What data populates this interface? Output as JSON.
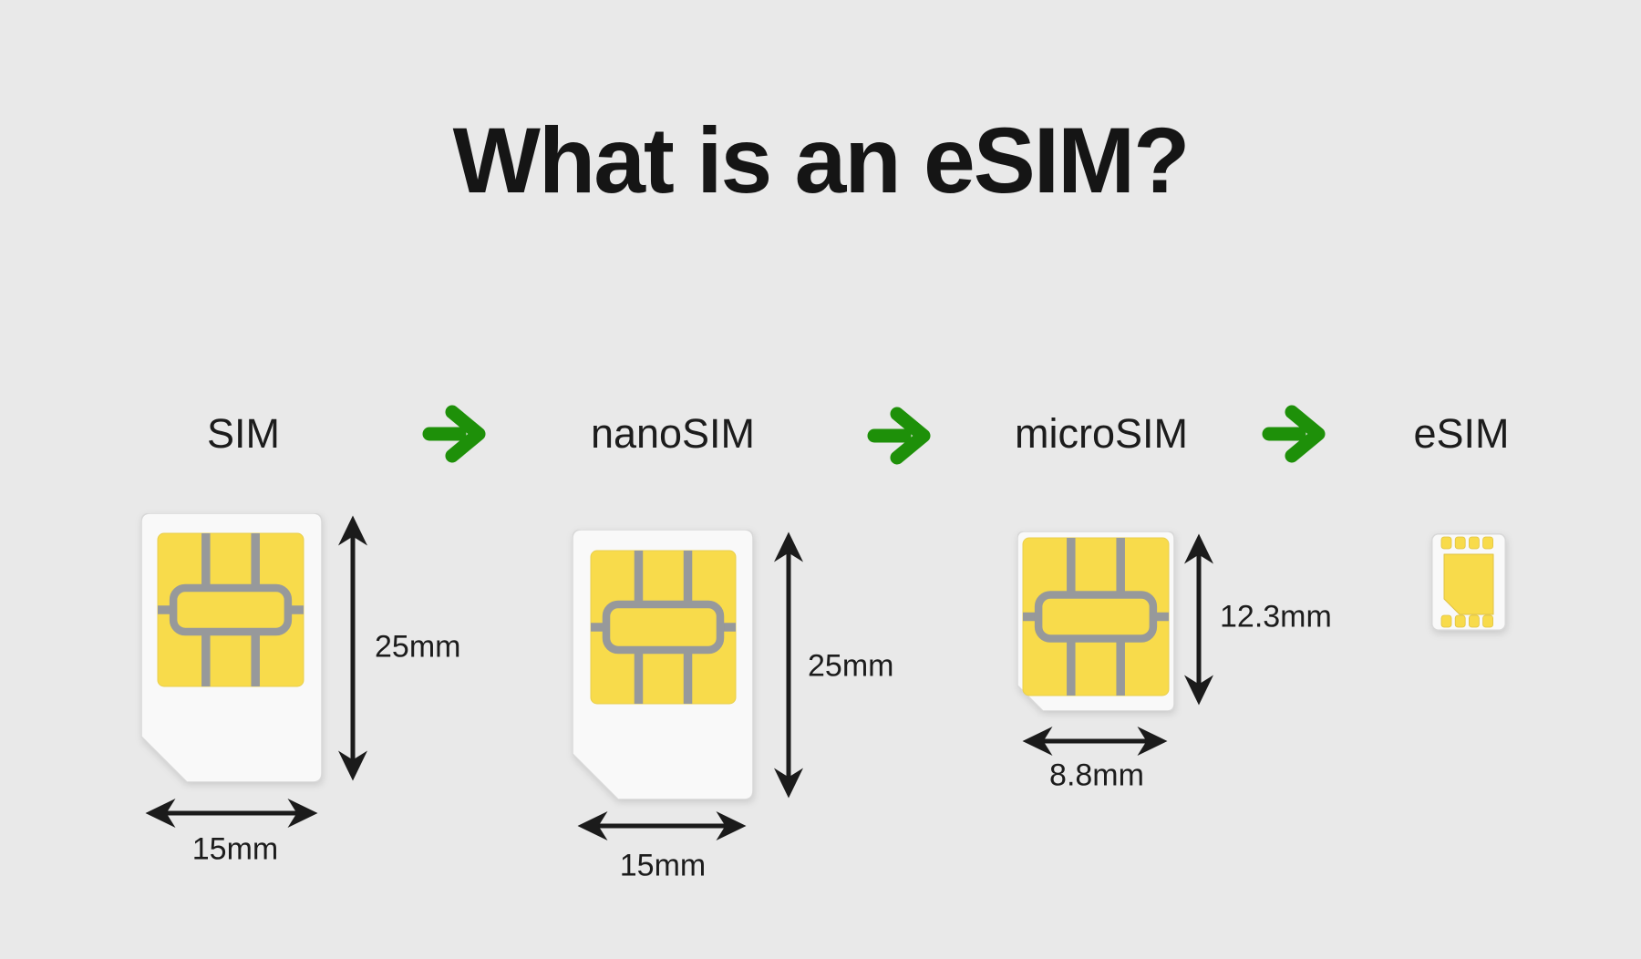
{
  "title": "What is an eSIM?",
  "colors": {
    "background": "#e9e9e9",
    "card_body": "#f9f9f9",
    "card_edge": "#d8d8d8",
    "contact_yellow": "#f8db4b",
    "contact_gray": "#97999b",
    "arrow_green": "#1e9009",
    "ink_black": "#1b1b1b"
  },
  "stages": [
    {
      "label": "SIM",
      "height_label": "25mm",
      "width_label": "15mm"
    },
    {
      "label": "nanoSIM",
      "height_label": "25mm",
      "width_label": "15mm"
    },
    {
      "label": "microSIM",
      "height_label": "12.3mm",
      "width_label": "8.8mm"
    },
    {
      "label": "eSIM"
    }
  ]
}
